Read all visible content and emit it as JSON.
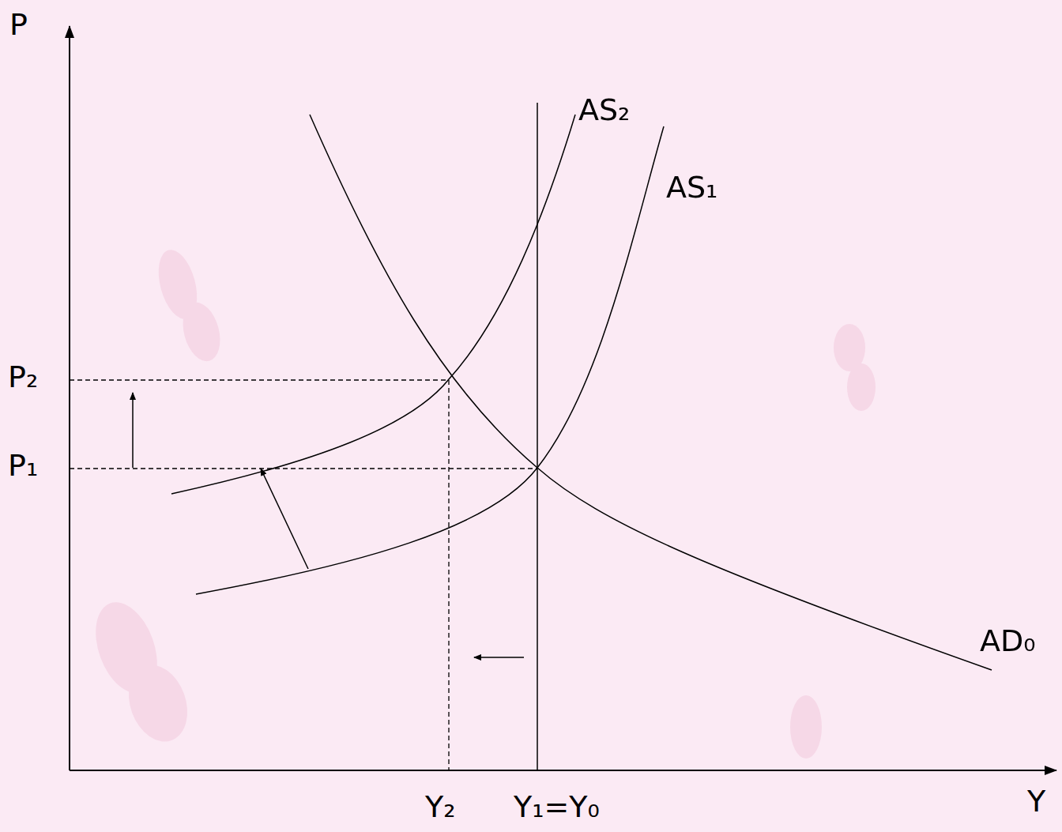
{
  "diagram": {
    "labels": [
      "P",
      "AS₂",
      "AS₁",
      "P₂",
      "P₁",
      "AD₀",
      "Y₂",
      "Y₁=Y₀",
      "Y"
    ]
  }
}
